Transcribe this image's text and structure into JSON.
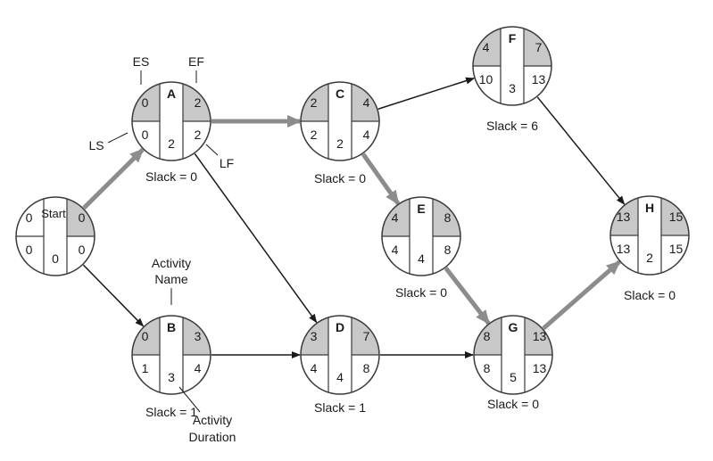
{
  "colors": {
    "critical_arrow": "#8c8c8c",
    "normal_arrow": "#1a1a1a",
    "node_outline": "#3a3a3a",
    "shaded_quadrant": "#c8c8c8",
    "background": "#ffffff"
  },
  "nodes": [
    {
      "id": "start",
      "name": "Start",
      "es": "0",
      "ef": "0",
      "ls": "0",
      "lf": "0",
      "duration": "0",
      "slack": ""
    },
    {
      "id": "a",
      "name": "A",
      "es": "0",
      "ef": "2",
      "ls": "0",
      "lf": "2",
      "duration": "2",
      "slack": "Slack = 0"
    },
    {
      "id": "b",
      "name": "B",
      "es": "0",
      "ef": "3",
      "ls": "1",
      "lf": "4",
      "duration": "3",
      "slack": "Slack = 1"
    },
    {
      "id": "c",
      "name": "C",
      "es": "2",
      "ef": "4",
      "ls": "2",
      "lf": "4",
      "duration": "2",
      "slack": "Slack = 0"
    },
    {
      "id": "d",
      "name": "D",
      "es": "3",
      "ef": "7",
      "ls": "4",
      "lf": "8",
      "duration": "4",
      "slack": "Slack = 1"
    },
    {
      "id": "e",
      "name": "E",
      "es": "4",
      "ef": "8",
      "ls": "4",
      "lf": "8",
      "duration": "4",
      "slack": "Slack = 0"
    },
    {
      "id": "f",
      "name": "F",
      "es": "4",
      "ef": "7",
      "ls": "10",
      "lf": "13",
      "duration": "3",
      "slack": "Slack = 6"
    },
    {
      "id": "g",
      "name": "G",
      "es": "8",
      "ef": "13",
      "ls": "8",
      "lf": "13",
      "duration": "5",
      "slack": "Slack = 0"
    },
    {
      "id": "h",
      "name": "H",
      "es": "13",
      "ef": "15",
      "ls": "13",
      "lf": "15",
      "duration": "2",
      "slack": "Slack = 0"
    }
  ],
  "edges": [
    {
      "from": "start",
      "to": "a",
      "critical": true
    },
    {
      "from": "start",
      "to": "b",
      "critical": false
    },
    {
      "from": "a",
      "to": "c",
      "critical": true
    },
    {
      "from": "a",
      "to": "d",
      "critical": false
    },
    {
      "from": "b",
      "to": "d",
      "critical": false
    },
    {
      "from": "c",
      "to": "e",
      "critical": true
    },
    {
      "from": "c",
      "to": "f",
      "critical": false
    },
    {
      "from": "e",
      "to": "g",
      "critical": true
    },
    {
      "from": "d",
      "to": "g",
      "critical": false
    },
    {
      "from": "f",
      "to": "h",
      "critical": false
    },
    {
      "from": "g",
      "to": "h",
      "critical": true
    }
  ],
  "legend": {
    "es": "ES",
    "ef": "EF",
    "ls": "LS",
    "lf": "LF",
    "activity_name_line1": "Activity",
    "activity_name_line2": "Name",
    "activity_duration_line1": "Activity",
    "activity_duration_line2": "Duration"
  }
}
